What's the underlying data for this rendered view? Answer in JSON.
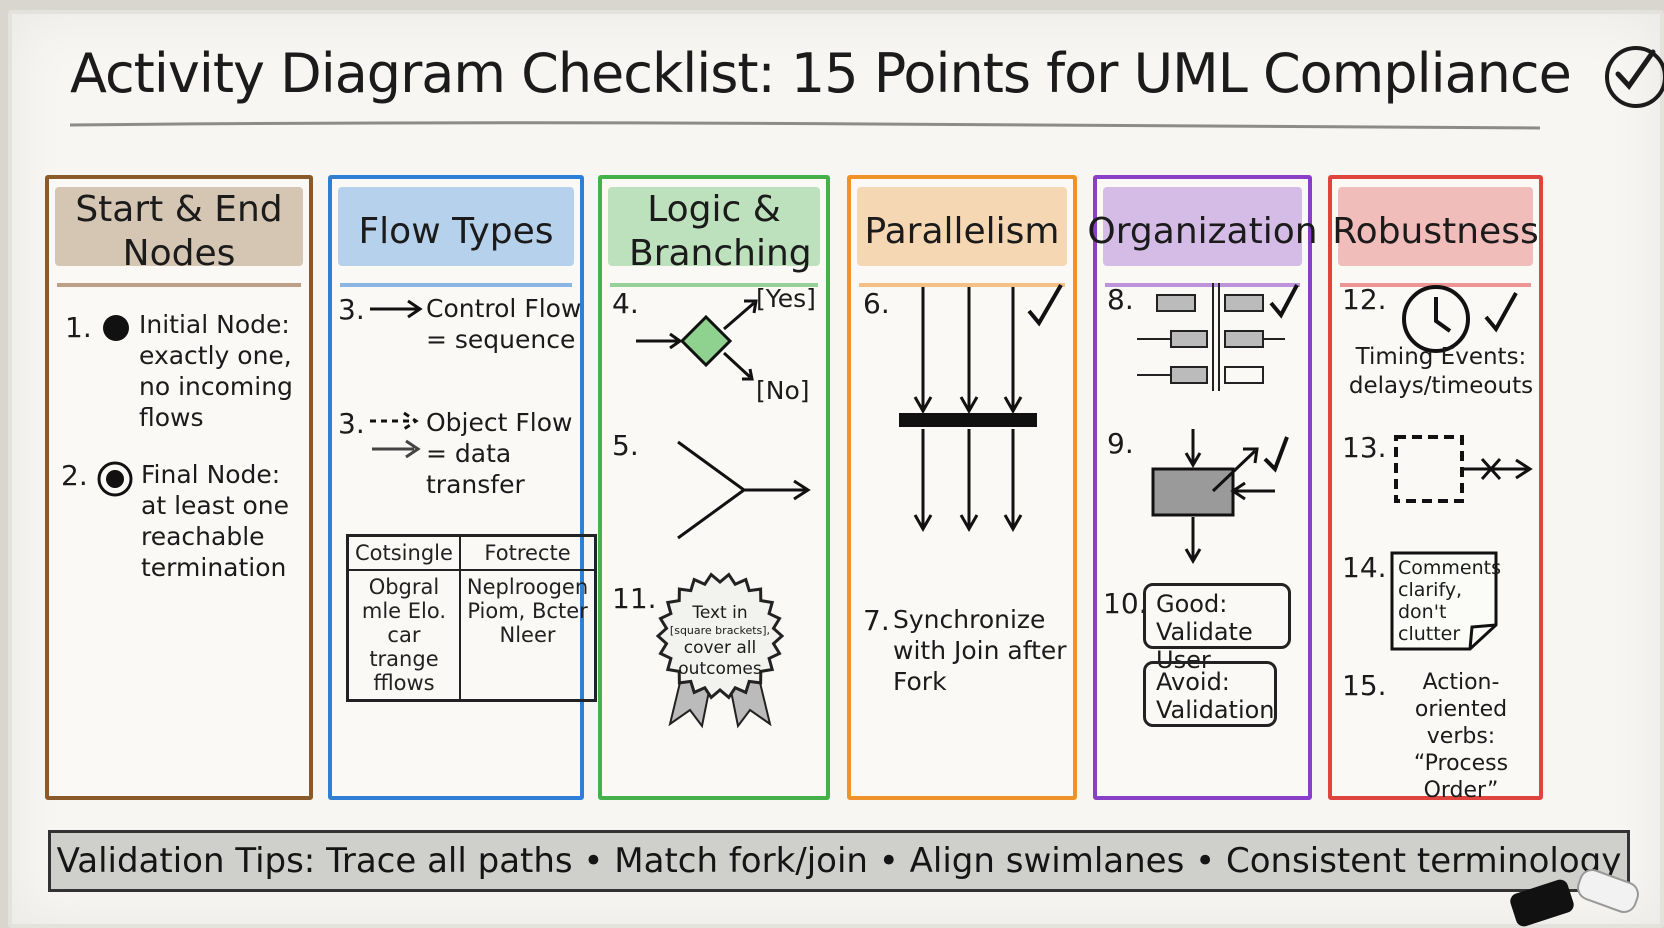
{
  "title": "Activity Diagram Checklist: 15 Points for UML Compliance",
  "columns": [
    {
      "heading": "Start & End Nodes",
      "color": "#8b5a2b",
      "items": [
        {
          "num": "1.",
          "text": "Initial Node: exactly one, no incoming flows"
        },
        {
          "num": "2.",
          "text": "Final Node: at least one reachable termination"
        }
      ]
    },
    {
      "heading": "Flow Types",
      "color": "#2f7fd6",
      "items": [
        {
          "num": "3.",
          "text": "Control Flow = sequence"
        },
        {
          "num": "3.",
          "text": "Object Flow = data transfer"
        }
      ],
      "table": {
        "headers": [
          "Cotsingle",
          "Fotrecte"
        ],
        "cells": [
          "Obgral mle Elo. car trange fflows",
          "Neplroogen Piom, Bcter Nleer"
        ]
      }
    },
    {
      "heading": "Logic & Branching",
      "color": "#45b14a",
      "items": [
        {
          "num": "4.",
          "yes": "[Yes]",
          "no": "[No]"
        },
        {
          "num": "5."
        },
        {
          "num": "11.",
          "badge_lines": [
            "Text in",
            "[square brackets],",
            "cover all",
            "outcomes"
          ]
        }
      ]
    },
    {
      "heading": "Parallelism",
      "color": "#f0922a",
      "items": [
        {
          "num": "6."
        },
        {
          "num": "7.",
          "text": "Synchronize with Join after Fork"
        }
      ]
    },
    {
      "heading": "Organization",
      "color": "#8a3fc7",
      "items": [
        {
          "num": "8."
        },
        {
          "num": "9."
        },
        {
          "num": "10.",
          "good": "Good: Validate User",
          "avoid": "Avoid: Validation"
        }
      ]
    },
    {
      "heading": "Robustness",
      "color": "#e0443f",
      "items": [
        {
          "num": "12.",
          "text": "Timing Events: delays/timeouts"
        },
        {
          "num": "13."
        },
        {
          "num": "14.",
          "note": "Comments clarify, don't clutter"
        },
        {
          "num": "15.",
          "text": "Action-oriented verbs: “Process Order”"
        }
      ]
    }
  ],
  "tips": "Validation Tips: Trace all paths • Match fork/join • Align swimlanes • Consistent terminology"
}
